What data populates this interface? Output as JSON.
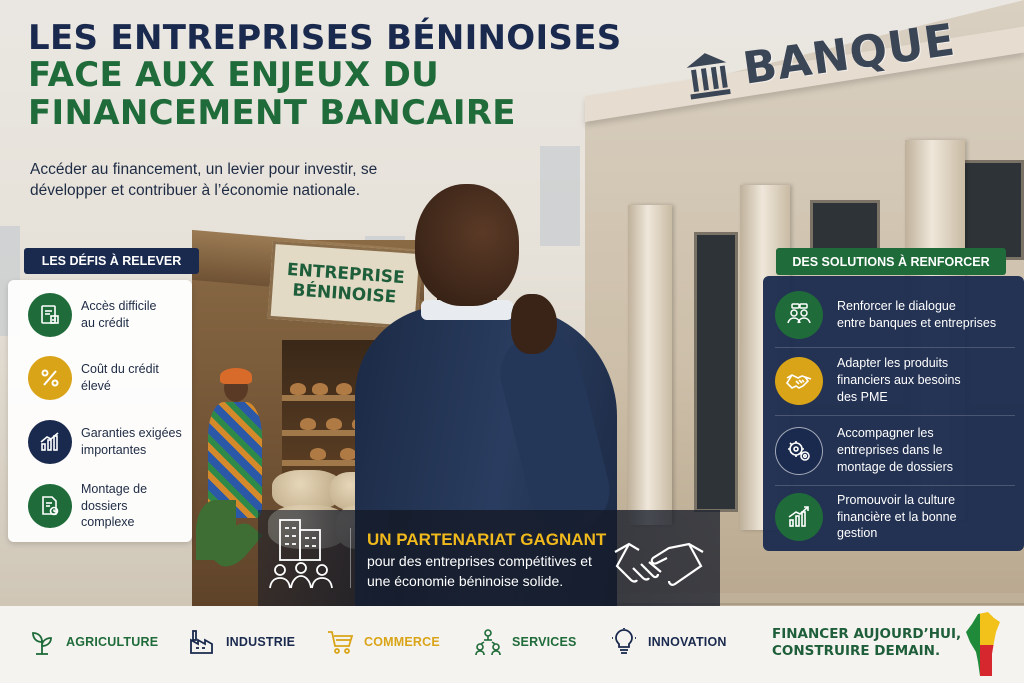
{
  "title": {
    "line1": "LES ENTREPRISES BÉNINOISES",
    "line2": "FACE AUX ENJEUX DU",
    "line3": "FINANCEMENT BANCAIRE"
  },
  "subtitle": "Accéder au financement, un levier pour investir, se développer et contribuer à l’économie nationale.",
  "scene": {
    "bank_sign": "BANQUE",
    "stall_sign": "ENTREPRISE\nBÉNINOISE"
  },
  "challenges": {
    "heading": "LES DÉFIS À RELEVER",
    "items": [
      {
        "label": "Accès difficile\nau crédit",
        "icon": "document-chart-icon",
        "color": "#1f6b3a"
      },
      {
        "label": "Coût du crédit\nélevé",
        "icon": "percent-icon",
        "color": "#d9a418"
      },
      {
        "label": "Garanties exigées\nimportantes",
        "icon": "bar-chart-icon",
        "color": "#1a2a4e"
      },
      {
        "label": "Montage de dossiers\ncomplexe",
        "icon": "file-clock-icon",
        "color": "#1f6b3a"
      }
    ]
  },
  "solutions": {
    "heading": "DES SOLUTIONS À RENFORCER",
    "items": [
      {
        "label": "Renforcer le dialogue\nentre banques et entreprises",
        "icon": "people-dialogue-icon",
        "color": "#1f6b3a"
      },
      {
        "label": "Adapter les produits\nfinanciers aux besoins\ndes PME",
        "icon": "handshake-icon",
        "color": "#d9a418"
      },
      {
        "label": "Accompagner les\nentreprises dans le\nmontage de dossiers",
        "icon": "gears-icon",
        "color": "#1a2a4e"
      },
      {
        "label": "Promouvoir la culture\nfinancière et la bonne\ngestion",
        "icon": "growth-chart-icon",
        "color": "#1f6b3a"
      }
    ]
  },
  "partnership": {
    "title": "UN PARTENARIAT GAGNANT",
    "text": "pour des entreprises compétitives et une économie béninoise solide."
  },
  "sectors": [
    {
      "label": "AGRICULTURE",
      "icon": "plant-icon",
      "color": "#1f6b3a"
    },
    {
      "label": "INDUSTRIE",
      "icon": "factory-icon",
      "color": "#1a2a4e"
    },
    {
      "label": "COMMERCE",
      "icon": "cart-icon",
      "color": "#d9a418"
    },
    {
      "label": "SERVICES",
      "icon": "network-people-icon",
      "color": "#1f6b3a"
    },
    {
      "label": "INNOVATION",
      "icon": "lightbulb-icon",
      "color": "#1a2a4e"
    }
  ],
  "slogan": "FINANCER AUJOURD’HUI,\nCONSTRUIRE DEMAIN.",
  "colors": {
    "navy": "#1a2a4e",
    "green": "#1f6b3a",
    "gold": "#d9a418",
    "flag_green": "#1f8a3a",
    "flag_yellow": "#f2c21b",
    "flag_red": "#d6262e"
  }
}
